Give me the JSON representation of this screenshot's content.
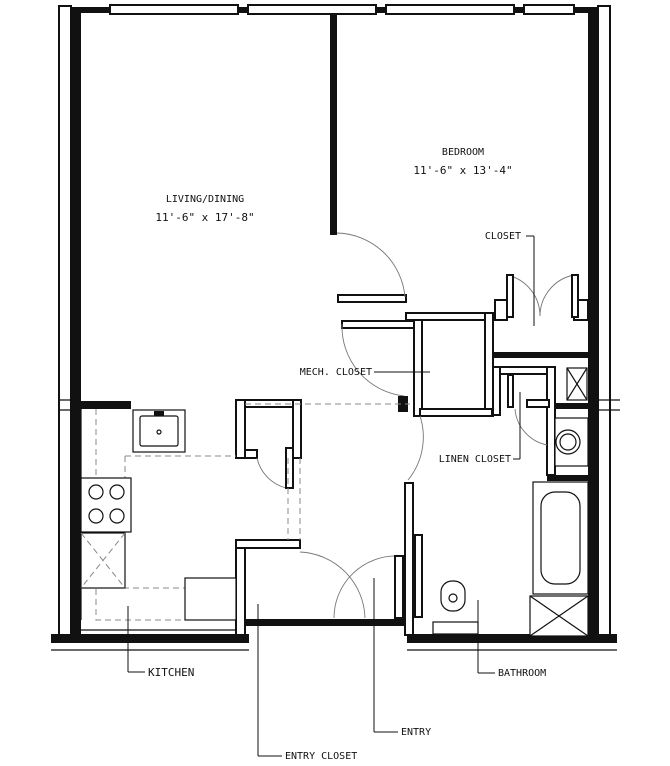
{
  "rooms": {
    "living": {
      "name": "LIVING/DINING",
      "dims": "11'-6\" x 17'-8\""
    },
    "bedroom": {
      "name": "BEDROOM",
      "dims": "11'-6\" x 13'-4\""
    }
  },
  "labels": {
    "closet": "CLOSET",
    "mech_closet": "MECH. CLOSET",
    "linen_closet": "LINEN CLOSET",
    "kitchen": "KITCHEN",
    "bathroom": "BATHROOM",
    "entry": "ENTRY",
    "entry_closet": "ENTRY CLOSET"
  }
}
